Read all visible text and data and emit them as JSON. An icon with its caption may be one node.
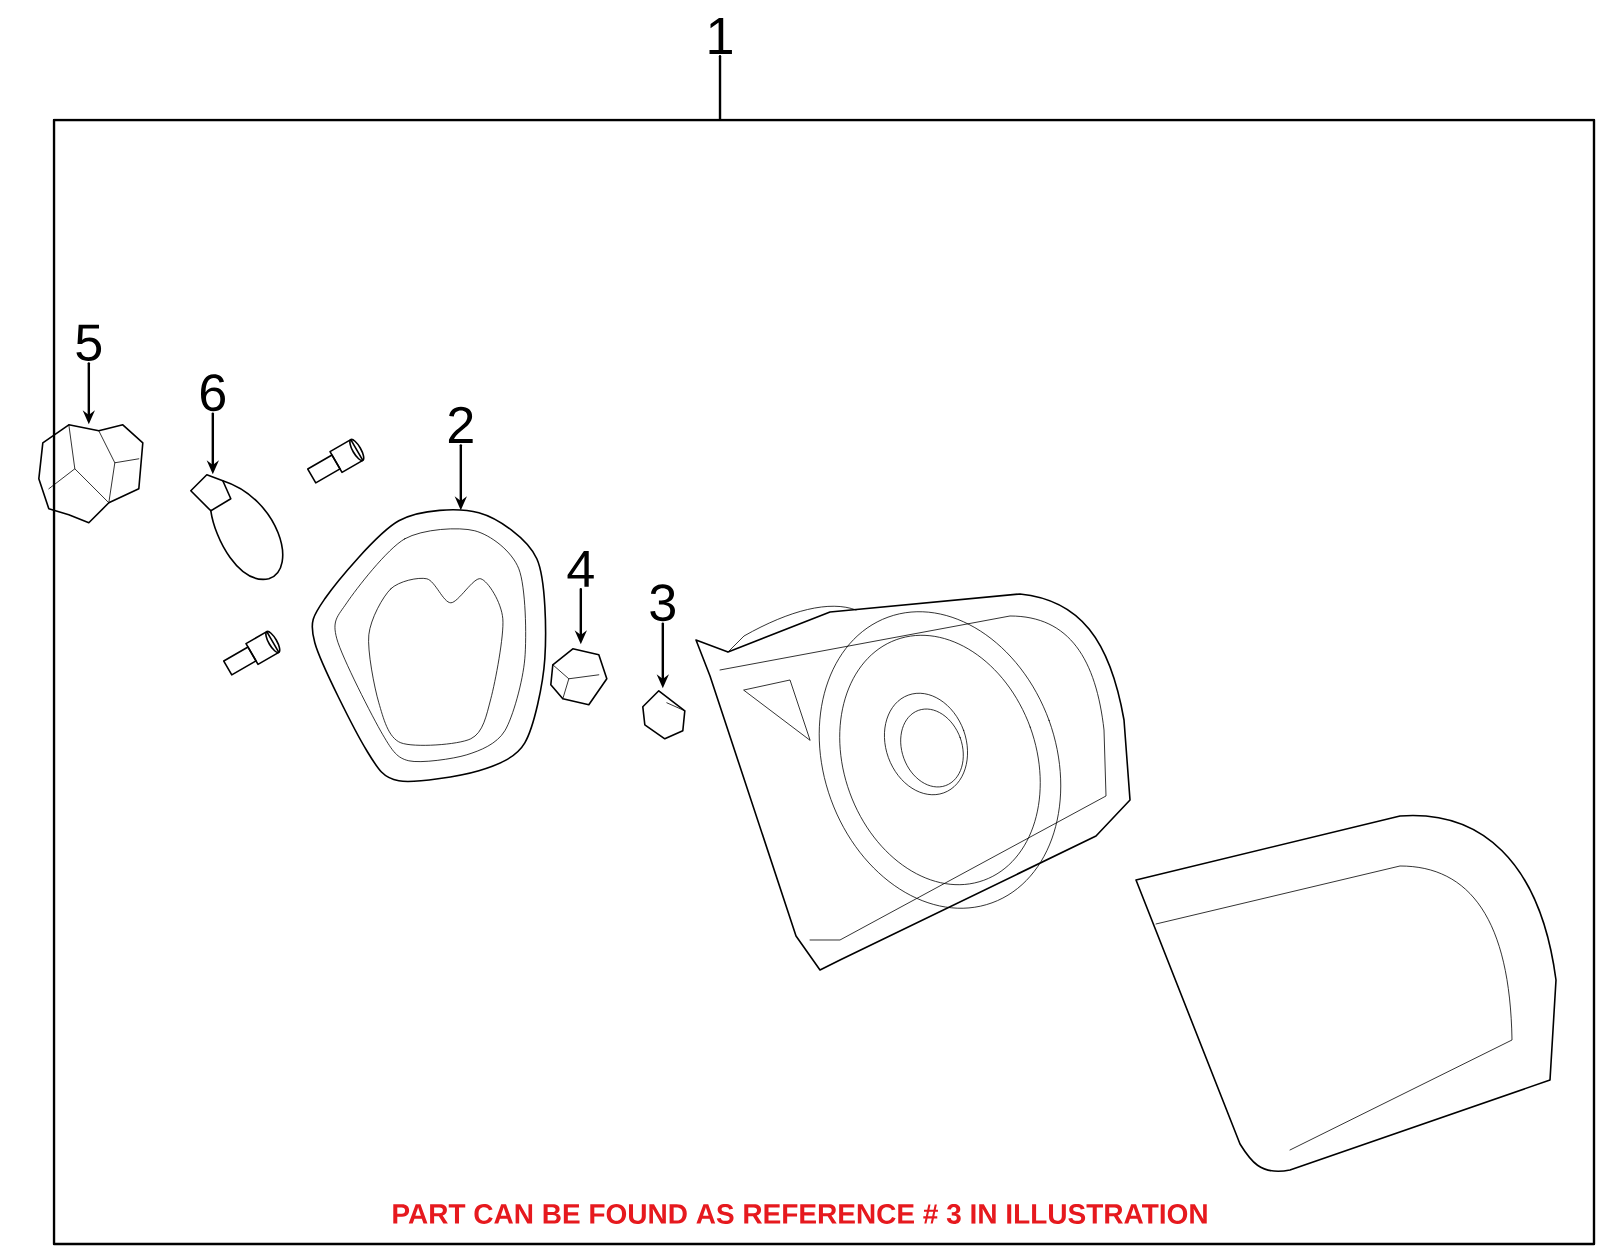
{
  "diagram": {
    "caption": "PART CAN BE FOUND AS REFERENCE # 3 IN ILLUSTRATION",
    "nodes": [
      {
        "text": [
          "1"
        ]
      },
      {
        "text": [],
        "shape": "box"
      },
      {
        "text": [
          "5"
        ],
        "in": 1
      },
      {
        "text": [],
        "shape": "picture",
        "in": 1
      },
      {
        "text": [
          "6"
        ],
        "in": 1
      },
      {
        "text": [],
        "shape": "picture",
        "in": 1
      },
      {
        "text": [
          "2"
        ],
        "in": 1
      },
      {
        "text": [],
        "shape": "picture",
        "in": 1
      },
      {
        "text": [
          "4"
        ],
        "in": 1
      },
      {
        "text": [],
        "shape": "picture",
        "in": 1
      },
      {
        "text": [
          "3"
        ],
        "in": 1
      },
      {
        "text": [],
        "shape": "picture",
        "in": 1
      }
    ],
    "edges": [
      {
        "from": 0,
        "to": 1,
        "arrow": "none"
      },
      {
        "from": 2,
        "to": 3,
        "arrow": "to"
      },
      {
        "from": 4,
        "to": 5,
        "arrow": "to"
      },
      {
        "from": 6,
        "to": 7,
        "arrow": "to"
      },
      {
        "from": 8,
        "to": 9,
        "arrow": "to"
      },
      {
        "from": 10,
        "to": 11,
        "arrow": "to"
      }
    ]
  }
}
